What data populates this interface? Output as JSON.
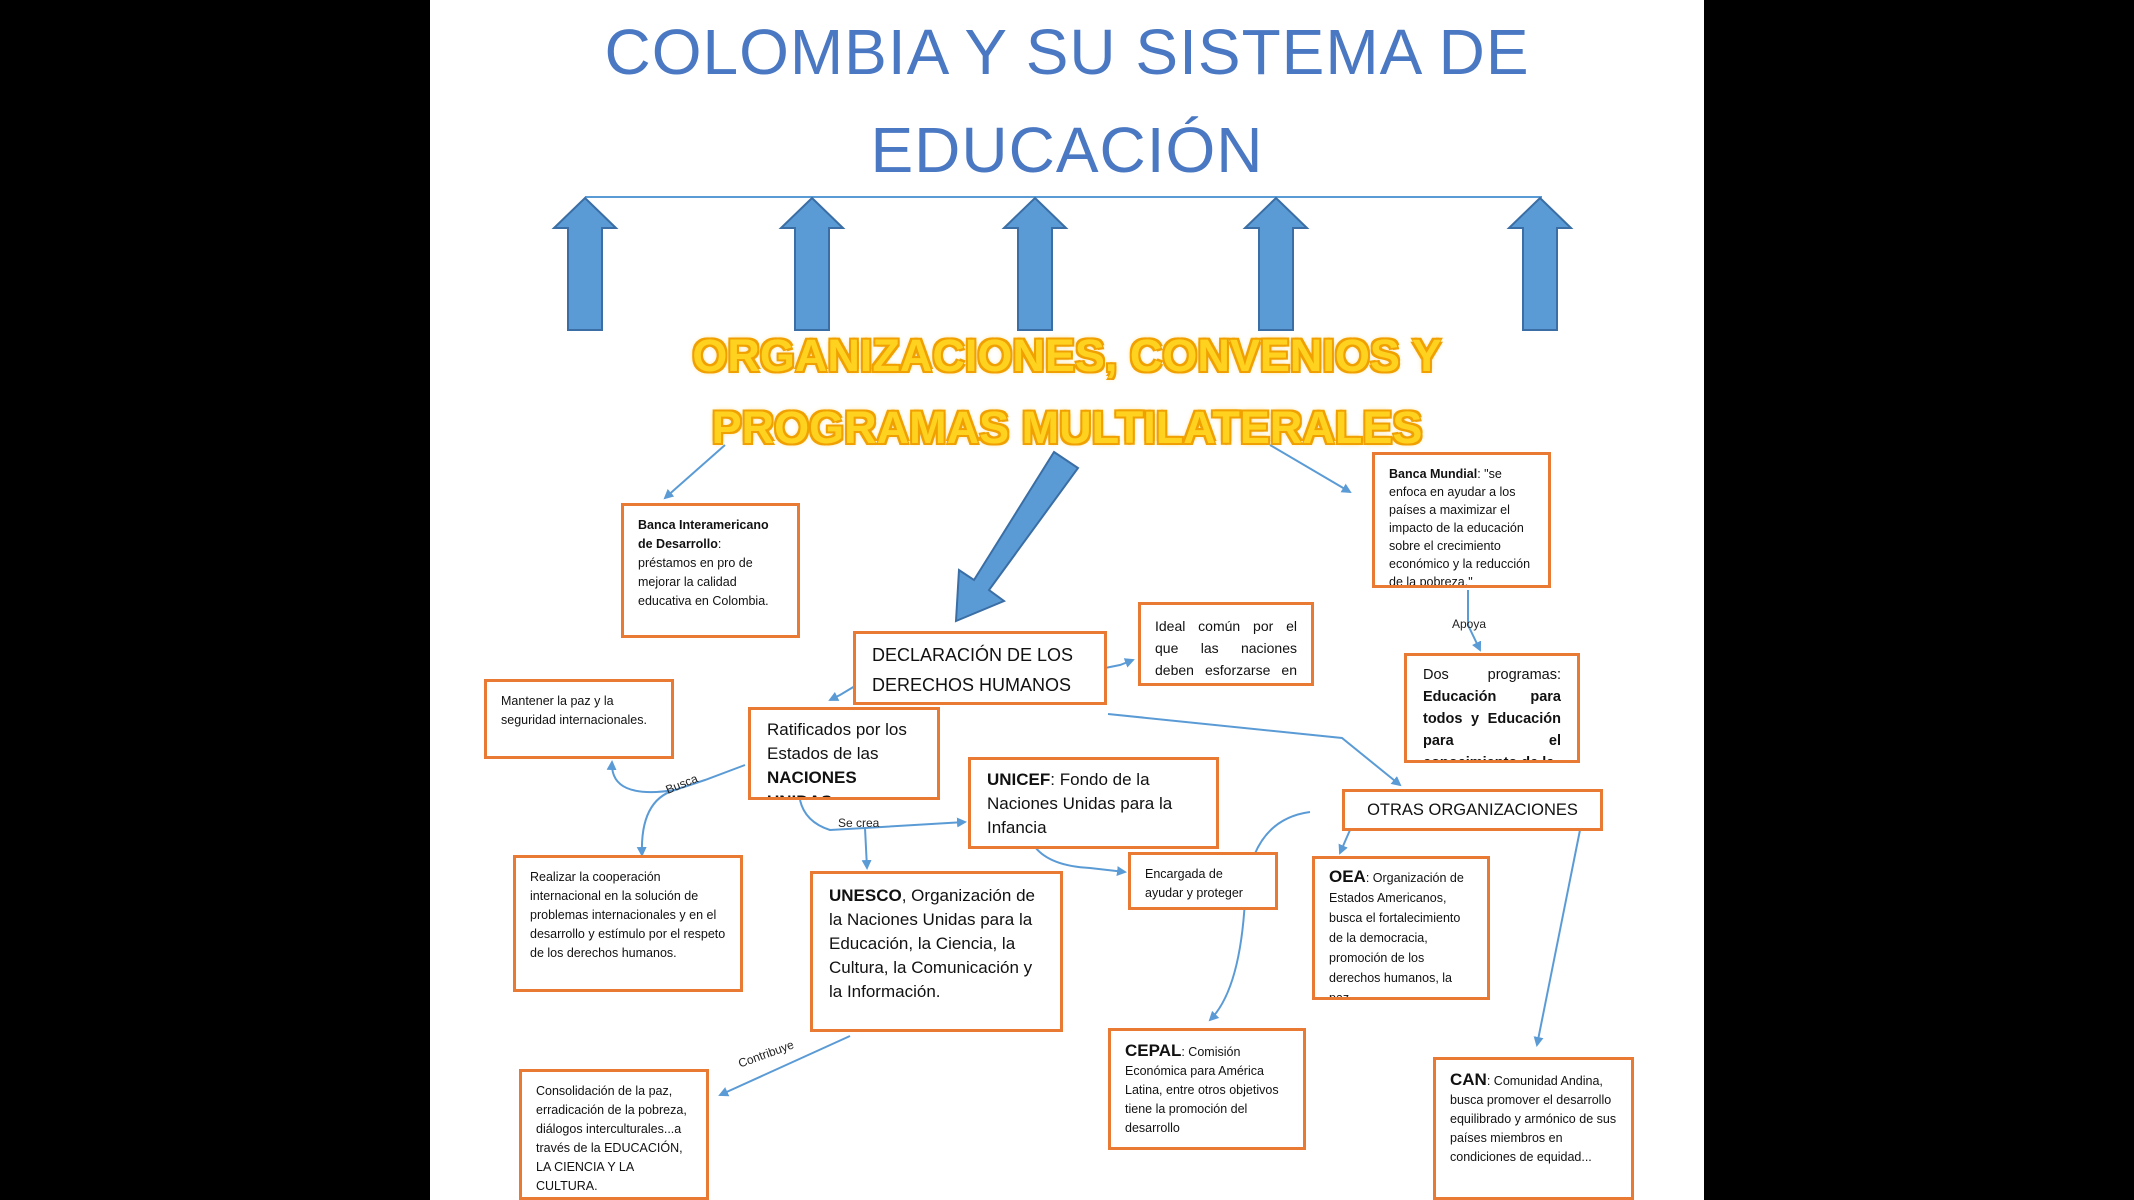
{
  "title": {
    "line1": "COLOMBIA Y SU SISTEMA DE",
    "line2": "EDUCACIÓN"
  },
  "subtitle": {
    "line1": "ORGANIZACIONES, CONVENIOS Y",
    "line2": "PROGRAMAS MULTILATERALES"
  },
  "nodes": {
    "bid": {
      "bold": "Banca Interamericano de Desarrollo",
      "text": ": préstamos en pro de mejorar la calidad educativa en Colombia."
    },
    "banca_mundial": {
      "bold": "Banca Mundial",
      "text": ": \"se enfoca en ayudar a los países a maximizar el impacto de la educación sobre el crecimiento económico y la reducción de la pobreza.\""
    },
    "declaracion": {
      "text": "DECLARACIÓN DE LOS DERECHOS HUMANOS"
    },
    "ideal": {
      "text": "Ideal común por el que las naciones deben esforzarse en conseguir."
    },
    "dos_programas": {
      "prefix": "Dos programas: ",
      "bold": "Educación para todos y Educación para el conocimiento de la"
    },
    "mantener_paz": {
      "text": "Mantener la paz y la seguridad internacionales."
    },
    "ratificados": {
      "text": "Ratificados por los Estados de las ",
      "bold": "NACIONES UNIDAS"
    },
    "unicef": {
      "bold": "UNICEF",
      "text": ": Fondo de la Naciones Unidas para la Infancia"
    },
    "otras": {
      "text": "OTRAS ORGANIZACIONES"
    },
    "cooperacion": {
      "text": "Realizar la cooperación internacional en la solución de problemas internacionales y en el desarrollo y estímulo por el respeto de los derechos humanos."
    },
    "unesco": {
      "bold": "UNESCO",
      "text": ", Organización de la Naciones Unidas para la Educación, la Ciencia, la Cultura, la Comunicación y la Información."
    },
    "encargada": {
      "text": "Encargada de ayudar y proteger"
    },
    "oea": {
      "bold": "OEA",
      "text": ": Organización de Estados Americanos, busca el fortalecimiento de la democracia, promoción de los derechos humanos, la paz..."
    },
    "consolidacion": {
      "text": "Consolidación de la paz, erradicación de la pobreza, diálogos interculturales...a través de la EDUCACIÓN, LA CIENCIA Y LA CULTURA."
    },
    "cepal": {
      "bold": "CEPAL",
      "text": ": Comisión Económica para América Latina, entre otros objetivos tiene la promoción del desarrollo"
    },
    "can": {
      "bold": "CAN",
      "text": ": Comunidad Andina, busca promover el desarrollo equilibrado y armónico de sus países miembros en condiciones de equidad..."
    }
  },
  "edge_labels": {
    "apoya": "Apoya",
    "busca": "Busca",
    "se_crea": "Se crea",
    "contribuye": "Contribuye"
  },
  "colors": {
    "title": "#4a78c2",
    "subtitle_fill": "#ffd21f",
    "subtitle_outline": "#f0a000",
    "box_border": "#e97a33",
    "arrow_fill": "#5b9bd5",
    "arrow_stroke": "#3a6ea5",
    "connector": "#5b9bd5"
  }
}
